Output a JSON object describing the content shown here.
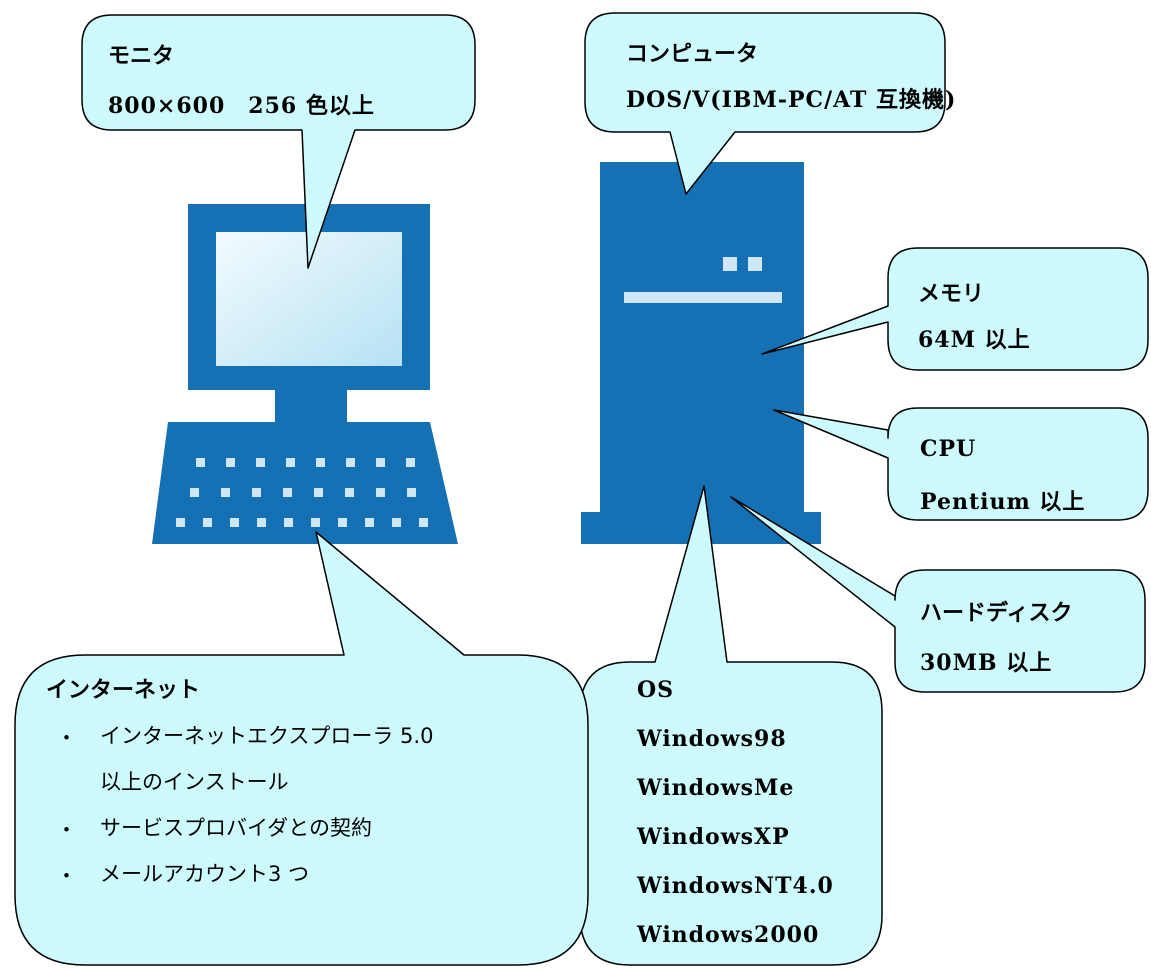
{
  "colors": {
    "device": "#1570b4",
    "callout_fill": "#cdfafc",
    "callout_stroke": "#000000",
    "screen_light": "#e2f4fa"
  },
  "monitor": {
    "title": "モニタ",
    "spec": "800×600　256 色以上"
  },
  "computer": {
    "title": "コンピュータ",
    "spec": "DOS/V(IBM-PC/AT 互換機)"
  },
  "memory": {
    "title": "メモリ",
    "spec": "64M 以上"
  },
  "cpu": {
    "title": "CPU",
    "spec": "Pentium 以上"
  },
  "hdd": {
    "title": "ハードディスク",
    "spec": "30MB 以上"
  },
  "os": {
    "title": "OS",
    "items": [
      "Windows98",
      "WindowsMe",
      "WindowsXP",
      "WindowsNT4.0",
      "Windows2000"
    ]
  },
  "internet": {
    "title": "インターネット",
    "bullet": "・",
    "items": [
      "インターネットエクスプローラ 5.0",
      "以上のインストール",
      "サービスプロバイダとの契約",
      "メールアカウント3 つ"
    ]
  }
}
